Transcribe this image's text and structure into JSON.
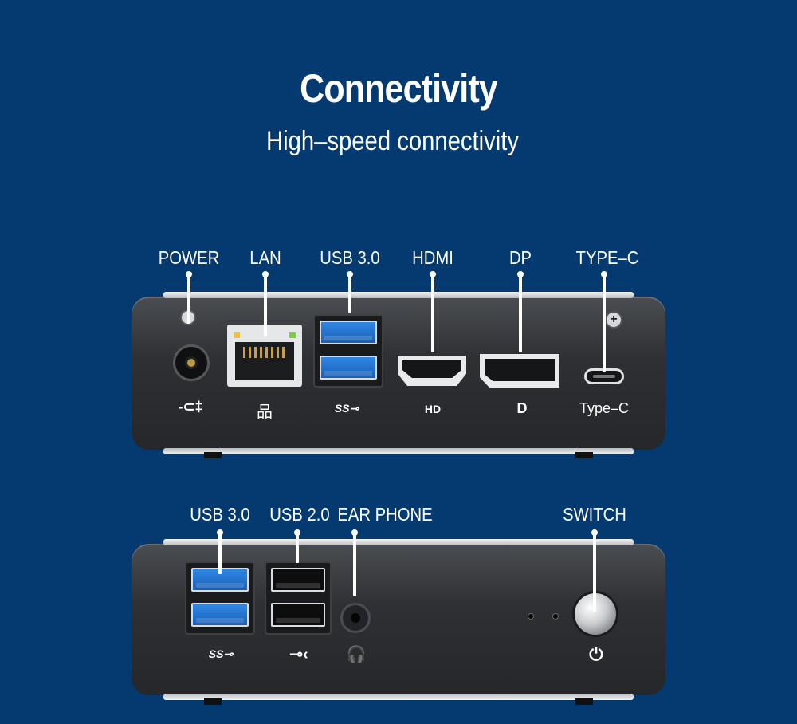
{
  "header": {
    "title": "Connectivity",
    "subtitle": "High–speed connectivity"
  },
  "rear_panel": {
    "callouts": [
      "POWER",
      "LAN",
      "USB 3.0",
      "HDMI",
      "DP",
      "TYPE–C"
    ],
    "port_icon_labels": [
      "HD",
      "Type–C"
    ],
    "icons": [
      "power-plug-icon",
      "network-icon",
      "usb-ss-icon",
      "hdmi-icon",
      "displayport-icon"
    ]
  },
  "front_panel": {
    "callouts": [
      "USB 3.0",
      "USB 2.0",
      "EAR PHONE",
      "SWITCH"
    ],
    "icons": [
      "usb-ss-icon",
      "usb-icon",
      "headphone-icon",
      "power-icon"
    ]
  },
  "colors": {
    "background": "#043a70",
    "usb3_port": "#2f88e6",
    "chassis": "#2e3034"
  }
}
